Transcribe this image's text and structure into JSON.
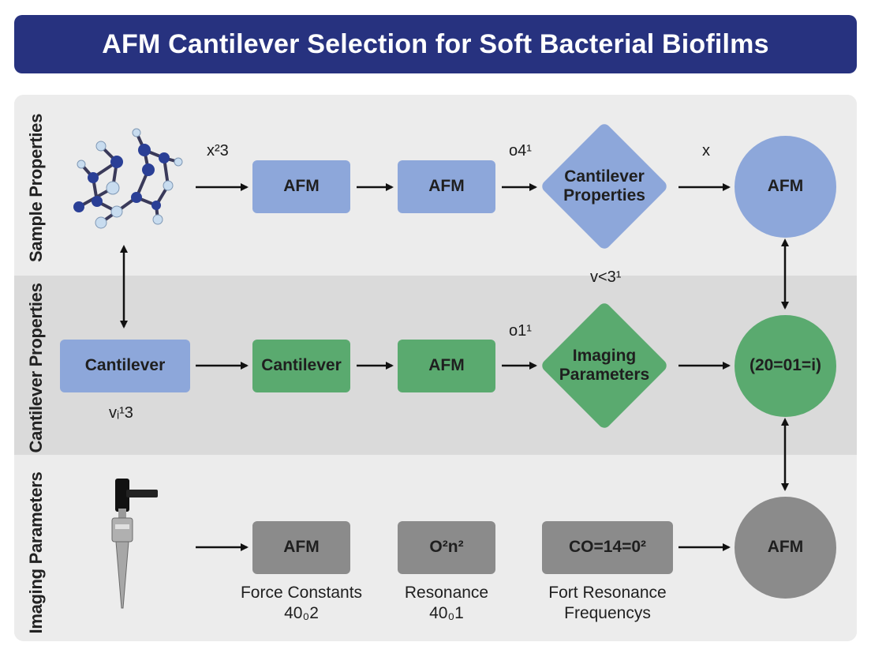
{
  "title": "AFM Cantilever Selection for Soft Bacterial Biofilms",
  "lanes": {
    "sample": "Sample Properties",
    "cantilever": "Cantilever Properties",
    "imaging": "Imaging Parameters"
  },
  "row1": {
    "node_a": "AFM",
    "node_b": "AFM",
    "diamond": "Cantilever Properties",
    "circle": "AFM",
    "label_1": "x²3",
    "label_2": "o4¹",
    "label_3": "x"
  },
  "row2": {
    "start": "Cantilever",
    "node_a": "Cantilever",
    "node_b": "AFM",
    "diamond": "Imaging Parameters",
    "circle": "(20=01=i)",
    "label_start": "vᵢ¹3",
    "label_top": "v˂3¹",
    "label_mid": "o1¹"
  },
  "row3": {
    "node_a": "AFM",
    "node_b": "O²n²",
    "node_c": "CO=14=0²",
    "circle": "AFM",
    "caption_a_1": "Force Constants",
    "caption_a_2": "40₀2",
    "caption_b_1": "Resonance",
    "caption_b_2": "40₀1",
    "caption_c_1": "Fort Resonance",
    "caption_c_2": "Frequencys"
  },
  "colors": {
    "title_bar": "#27327f",
    "blue_node": "#8da7da",
    "green_node": "#5aaa6f",
    "gray_node": "#8b8b8b",
    "molecule_dark": "#2a3f96",
    "molecule_light": "#c8dcef"
  },
  "icons": {
    "sample": "molecule-icon",
    "imaging": "afm-probe-icon"
  }
}
